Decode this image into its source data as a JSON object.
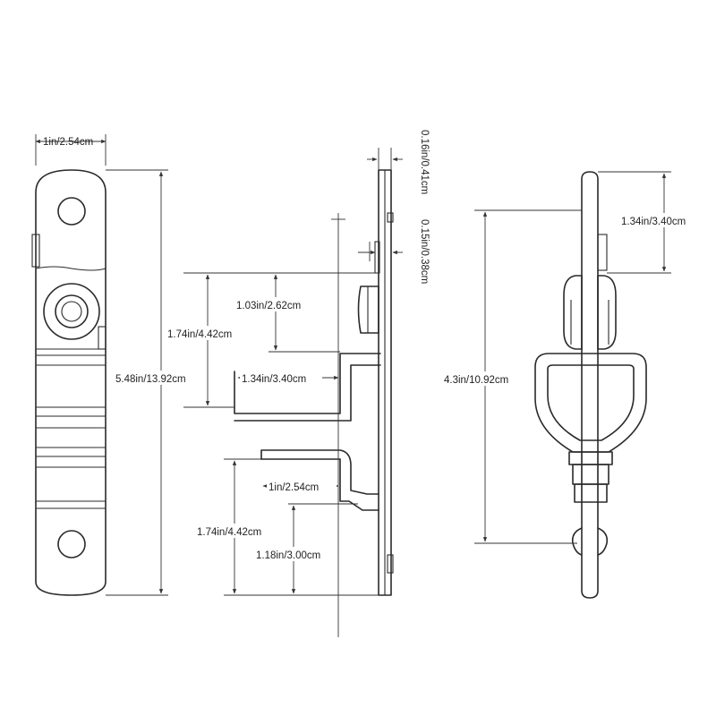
{
  "dimensions": {
    "left_width": "1in/2.54cm",
    "left_height": "5.48in/13.92cm",
    "mid_top_thickness": "0.16in/0.41cm",
    "mid_gap": "0.15in/0.38cm",
    "mid_upper_offset": "1.03in/2.62cm",
    "mid_upper_height": "1.74in/4.42cm",
    "mid_upper_width": "1.34in/3.40cm",
    "mid_lower_width": "1in/2.54cm",
    "mid_lower_height": "1.74in/4.42cm",
    "mid_lower_offset": "1.18in/3.00cm",
    "right_top": "1.34in/3.40cm",
    "right_height": "4.3in/10.92cm"
  }
}
